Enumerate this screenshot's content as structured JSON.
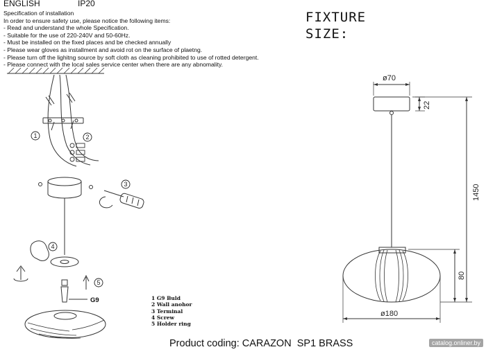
{
  "header": {
    "language": "ENGLISH",
    "ip_rating": "IP20"
  },
  "specification": {
    "title": "Specification of installation",
    "intro": "In order to ensure safety use, please notice the following items:",
    "items": [
      "- Read and understand the whole Specification.",
      "- Suitable for the use of 220-240V and 50-60Hz.",
      "- Must be installed on the fixed places and be checked annually",
      "- Please wear gloves as installment and avoid rot on the surface of plaetng.",
      "- Please turn off the lighitng source by soft cloth as cleaning prohibited to use of rotted detergent.",
      "- Please connect with the local sales service center when there are any abnomality."
    ]
  },
  "fixture_size": {
    "line1": "FIXTURE",
    "line2": "SIZE:"
  },
  "dimensions": {
    "canopy_diameter": "ø70",
    "canopy_height": "22",
    "total_height": "1450",
    "shade_height": "80",
    "shade_diameter": "ø180"
  },
  "step_numbers": [
    "1",
    "2",
    "3",
    "4",
    "5"
  ],
  "bulb_label": "G9",
  "legend": [
    "1 G9 Buld",
    "2 Wall anohor",
    "3 Terminal",
    "4 Screw",
    "5 Holder ring"
  ],
  "product_coding": "Product coding: CARAZON  SP1 BRASS",
  "watermark": "catalog.onliner.by",
  "colors": {
    "ink": "#111111",
    "line": "#333333"
  }
}
